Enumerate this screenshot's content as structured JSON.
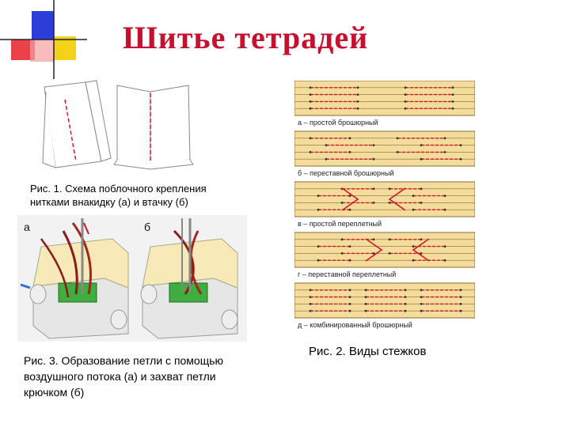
{
  "title": "Шитье тетрадей",
  "fig1": {
    "caption_line1": "Рис. 1. Схема поблочного крепления",
    "caption_line2": "нитками внакидку (а) и втачку (б)"
  },
  "fig3": {
    "label_a": "а",
    "label_b": "б",
    "caption_line1": "Рис. 3. Образование петли с помощью",
    "caption_line2": "воздушного потока (а)  и захват петли",
    "caption_line3": "крючком (б)"
  },
  "fig2": {
    "caption": "Рис. 2. Виды стежков",
    "panels": [
      {
        "label": "а – простой брошюрный"
      },
      {
        "label": "б – переставной брошюрный"
      },
      {
        "label": "в – простой переплетный"
      },
      {
        "label": "г – переставной переплетный"
      },
      {
        "label": "д – комбинированный брошюрный"
      }
    ]
  },
  "colors": {
    "title": "#c8102e",
    "stitch": "#d0142a",
    "panel": "#f4dd9c",
    "panel_line": "#8a6a2a",
    "logo_blue": "#2b3fd8",
    "logo_yellow": "#f5d21a",
    "logo_red": "#e8202a"
  }
}
